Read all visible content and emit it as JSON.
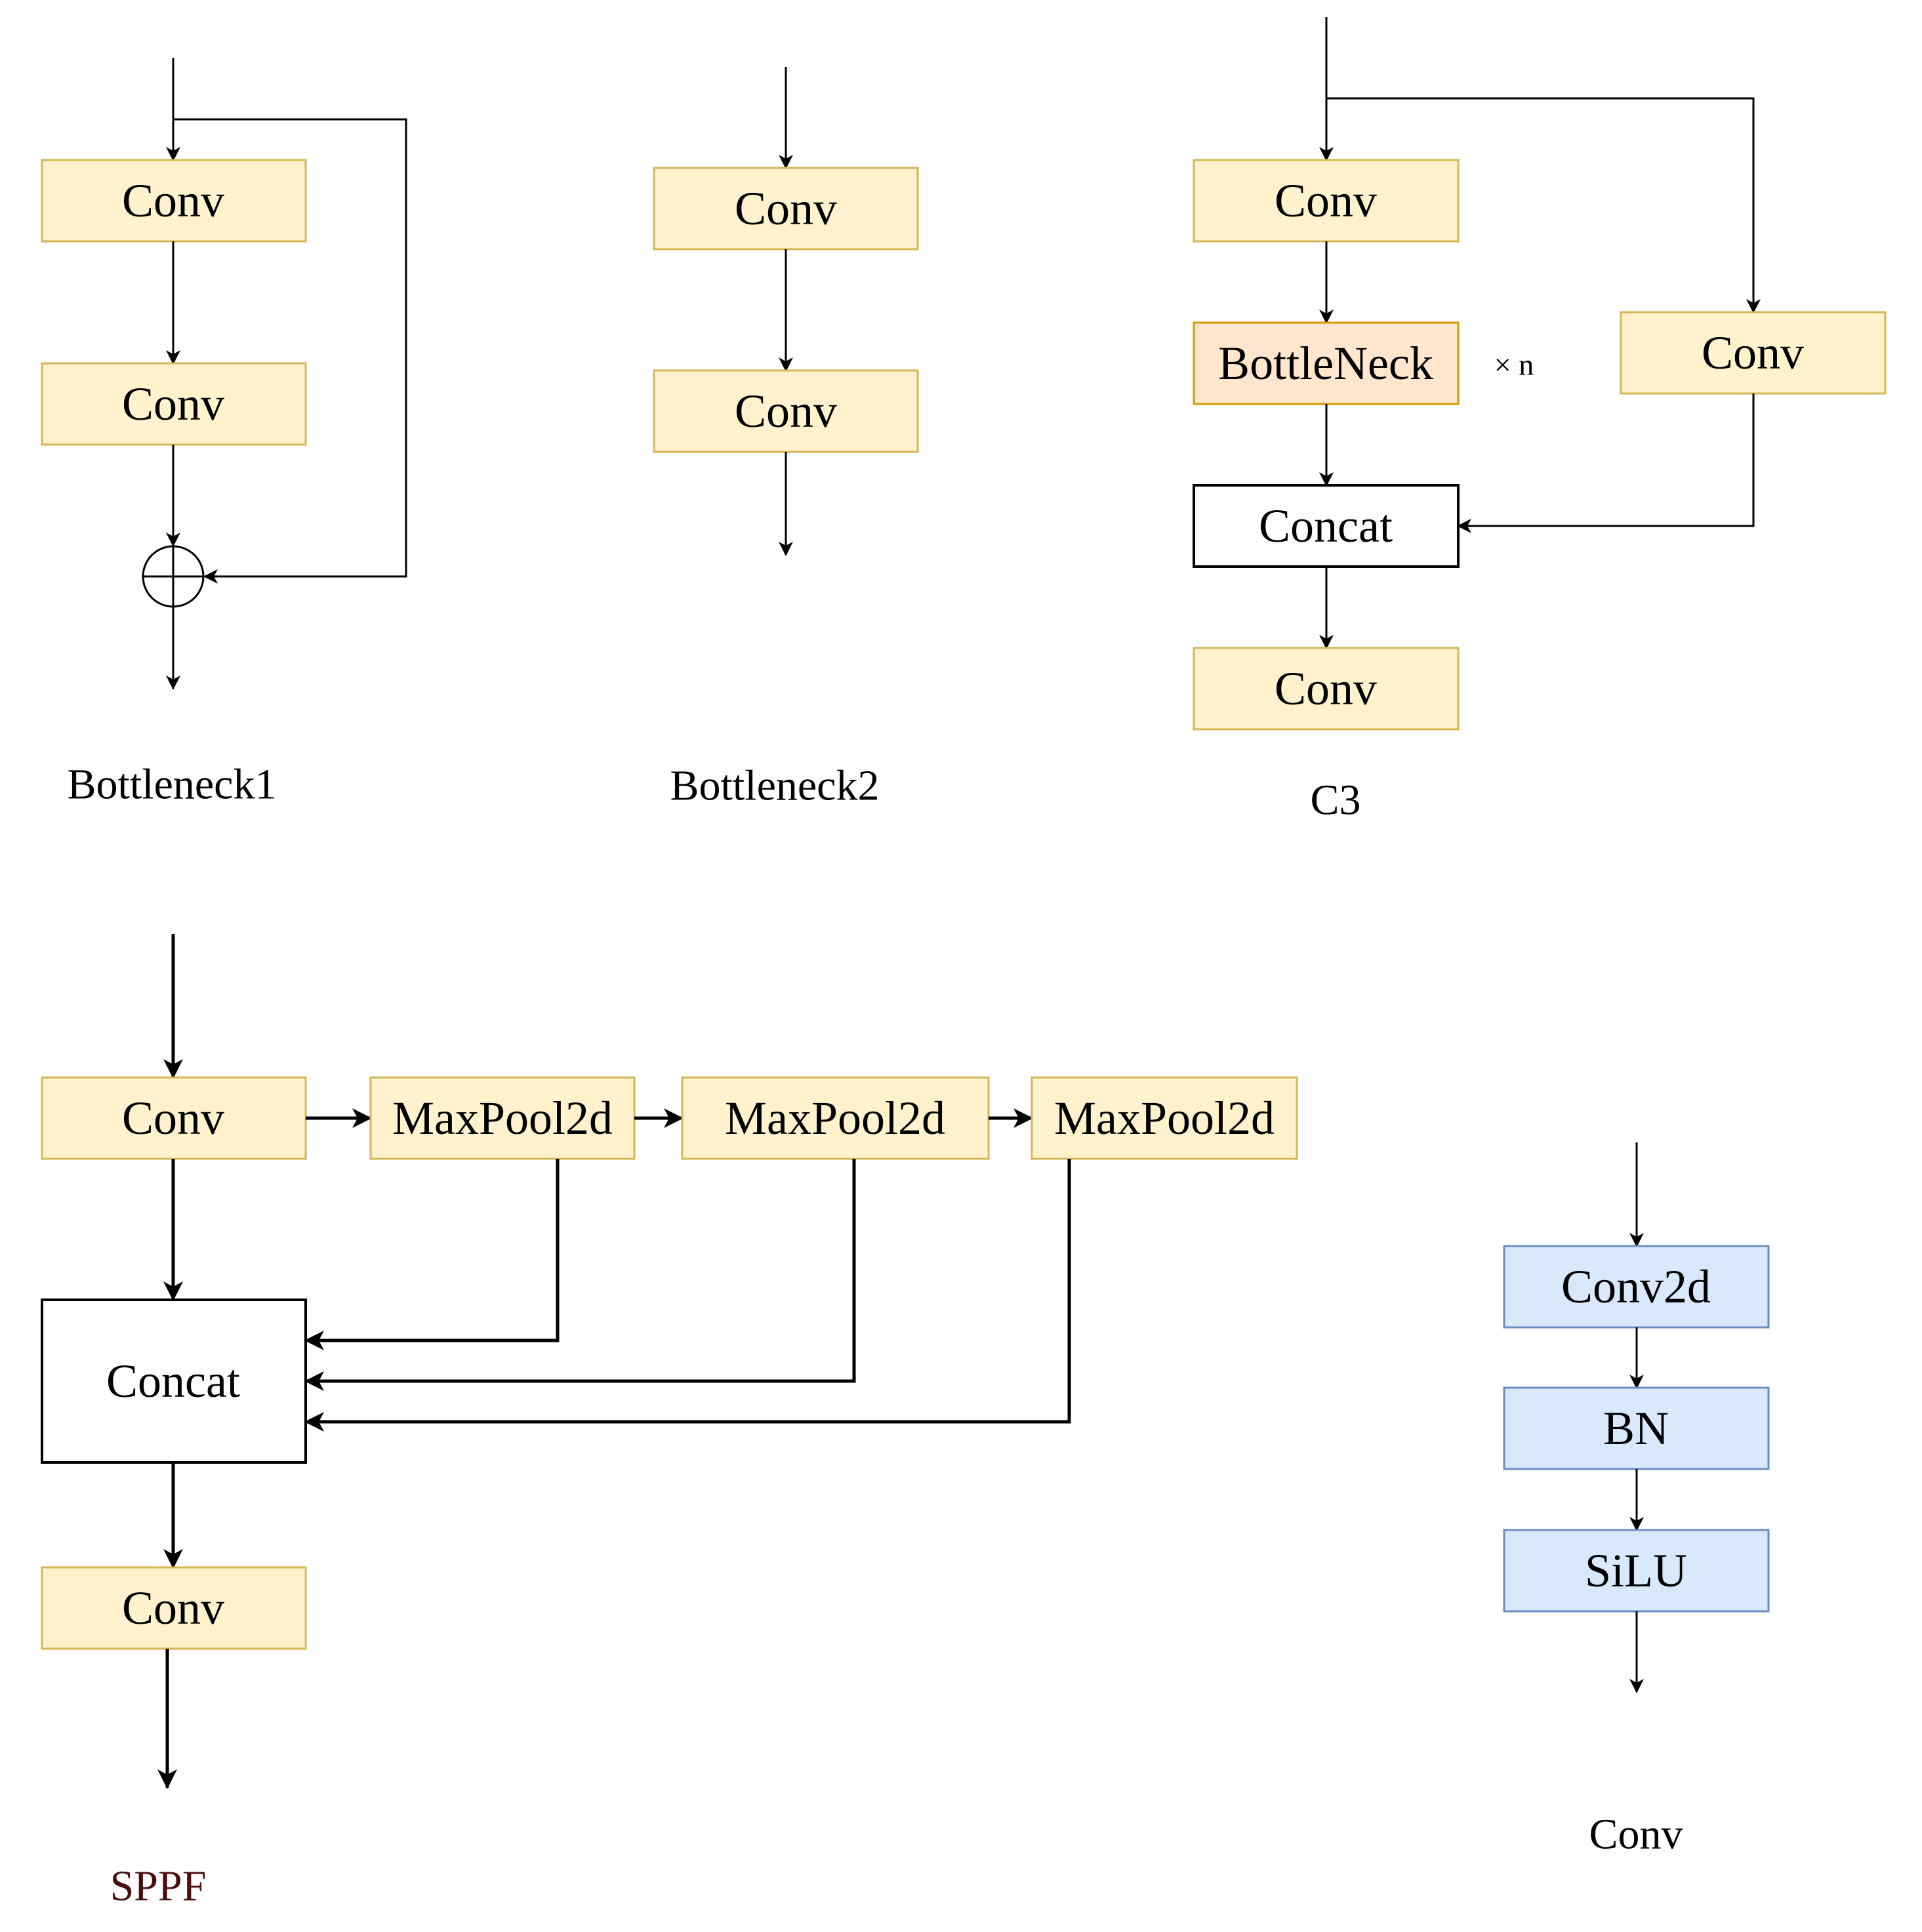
{
  "colors": {
    "conv_fill": "#FFF2CC",
    "conv_stroke": "#D6B656",
    "bottleneck_fill": "#FFE6CC",
    "bottleneck_stroke": "#D79B00",
    "blue_fill": "#DAE8FC",
    "blue_stroke": "#6C8EBF",
    "plain_fill": "#FFFFFF",
    "line": "#000000",
    "sppf_caption": "#4A0E0E"
  },
  "icons": {
    "sum": "circled-plus-icon",
    "arrow": "arrowhead-icon"
  },
  "bottleneck1": {
    "conv1": "Conv",
    "conv2": "Conv",
    "caption": "Bottleneck1"
  },
  "bottleneck2": {
    "conv1": "Conv",
    "conv2": "Conv",
    "caption": "Bottleneck2"
  },
  "c3": {
    "conv_top": "Conv",
    "bottleneck": "BottleNeck",
    "repeat": "× n",
    "conv_side": "Conv",
    "concat": "Concat",
    "conv_bottom": "Conv",
    "caption": "C3"
  },
  "sppf": {
    "conv_top": "Conv",
    "maxpool1": "MaxPool2d",
    "maxpool2": "MaxPool2d",
    "maxpool3": "MaxPool2d",
    "concat": "Concat",
    "conv_bottom": "Conv",
    "caption": "SPPF"
  },
  "conv_block": {
    "conv2d": "Conv2d",
    "bn": "BN",
    "silu": "SiLU",
    "caption": "Conv"
  }
}
